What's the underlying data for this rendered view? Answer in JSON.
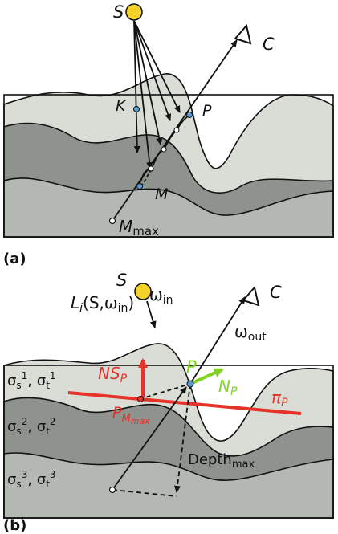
{
  "panel_a": {
    "tag": "(a)",
    "source": "S",
    "camera": "C",
    "point_k": "K",
    "point_p": "P",
    "point_m": "M",
    "m_max_base": "M",
    "m_max_sub": "max"
  },
  "panel_b": {
    "tag": "(b)",
    "source": "S",
    "camera": "C",
    "incident_radiance": "L",
    "incident_radiance_sub": "i",
    "incident_radiance_args": "(S,ω",
    "incident_radiance_args_sub": "in",
    "incident_radiance_close": ")",
    "omega_in": "ω",
    "omega_in_sub": "in",
    "omega_out": "ω",
    "omega_out_sub": "out",
    "point_p": "P",
    "normal_p": "N",
    "normal_p_sub": "P",
    "surface_normal": "NS",
    "surface_normal_sub": "P",
    "plane": "π",
    "plane_sub": "P",
    "projected_point": "P",
    "projected_point_sub": "M",
    "projected_point_subsub": "max",
    "depth": "Depth",
    "depth_sub": "max",
    "layer1_sigma": "σ",
    "layer1_s_sub": "s",
    "layer1_t_sub": "t",
    "layer1_sup": "1",
    "layer2_sup": "2",
    "layer3_sup": "3",
    "comma": ", "
  },
  "colors": {
    "layer_top": "#d9ddd6",
    "layer_mid": "#8e938d",
    "layer_low": "#b4b8b2",
    "source": "#f5d22a",
    "red": "#e5332a",
    "green": "#7ed321",
    "point": "#5b9bd5"
  }
}
